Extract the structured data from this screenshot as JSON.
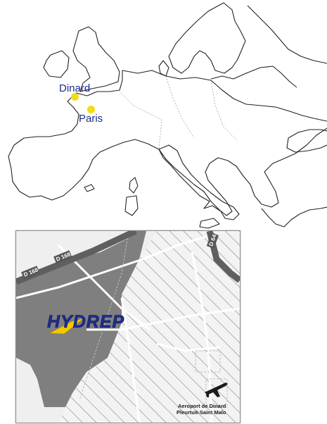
{
  "europe_map": {
    "cities": [
      {
        "name": "Dinard"
      },
      {
        "name": "Paris"
      }
    ],
    "colors": {
      "land_outline": "#222222",
      "city_dot": "#f5dc17",
      "city_label": "#1b2a8c"
    }
  },
  "site_map": {
    "roads": [
      {
        "label": "D 168"
      },
      {
        "label": "D 168"
      },
      {
        "label": "D 64"
      }
    ],
    "logo_text": "HYDREP",
    "airport": {
      "line1": "Aeroport de Dinard",
      "line2": "Pleurtuit-Saint Malo",
      "icon": "airplane-icon"
    },
    "colors": {
      "zone_fill": "#7f7f7f",
      "ground": "#efefef",
      "hatch": "#8a8a8a",
      "logo_text": "#1f2c8f",
      "logo_swoosh": "#f2c900"
    }
  }
}
